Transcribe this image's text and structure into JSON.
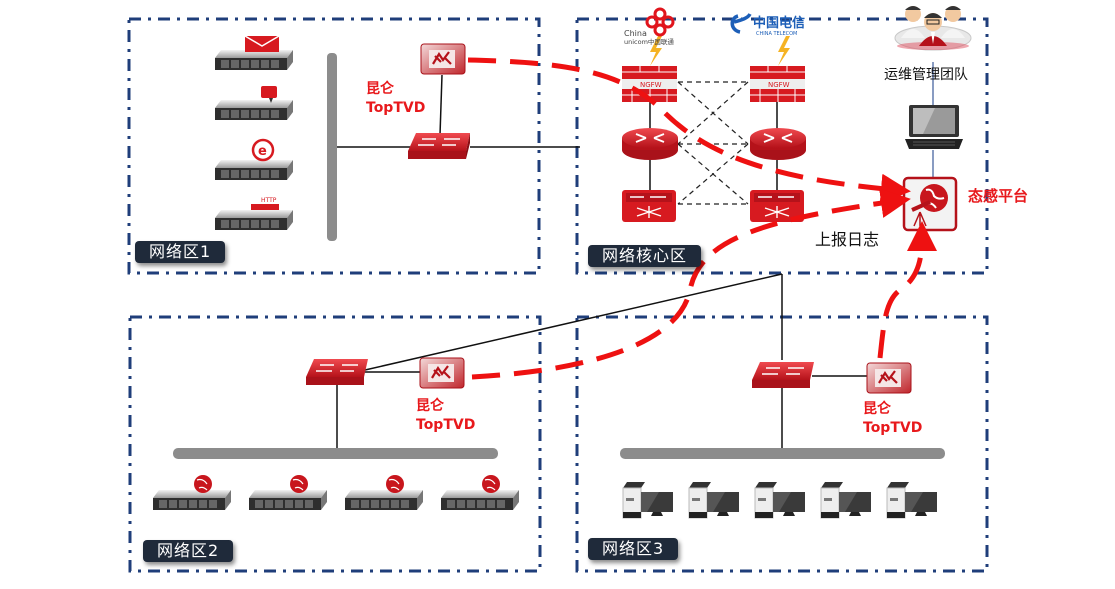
{
  "zones": [
    {
      "id": "zone1",
      "label": "网络区1"
    },
    {
      "id": "core",
      "label": "网络核心区"
    },
    {
      "id": "zone2",
      "label": "网络区2"
    },
    {
      "id": "zone3",
      "label": "网络区3"
    }
  ],
  "probes": {
    "name_cn": "昆仑",
    "name_en": "TopTVD"
  },
  "isp": {
    "unicom": {
      "text_top": "China",
      "text_bottom": "unicom中国联通"
    },
    "telecom": {
      "text_top": "中国电信",
      "text_bottom": "CHINA TELECOM"
    }
  },
  "firewall_label": "NGFW",
  "ops_team_label": "运维管理团队",
  "platform_label": "态感平台",
  "report_log_label": "上报日志",
  "zone1_servers": [
    {
      "service": "mail"
    },
    {
      "service": "chat"
    },
    {
      "service": "web-ie"
    },
    {
      "service": "http"
    }
  ],
  "http_badge": "HTTP",
  "zone2_servers": 4,
  "zone3_pcs": 5,
  "colors": {
    "zone_border": "#1f3e7a",
    "device_red": "#d71a20",
    "flow_red": "#ee1111",
    "label_bg": "#1f2a3a",
    "bus_gray": "#8c8c8c"
  }
}
